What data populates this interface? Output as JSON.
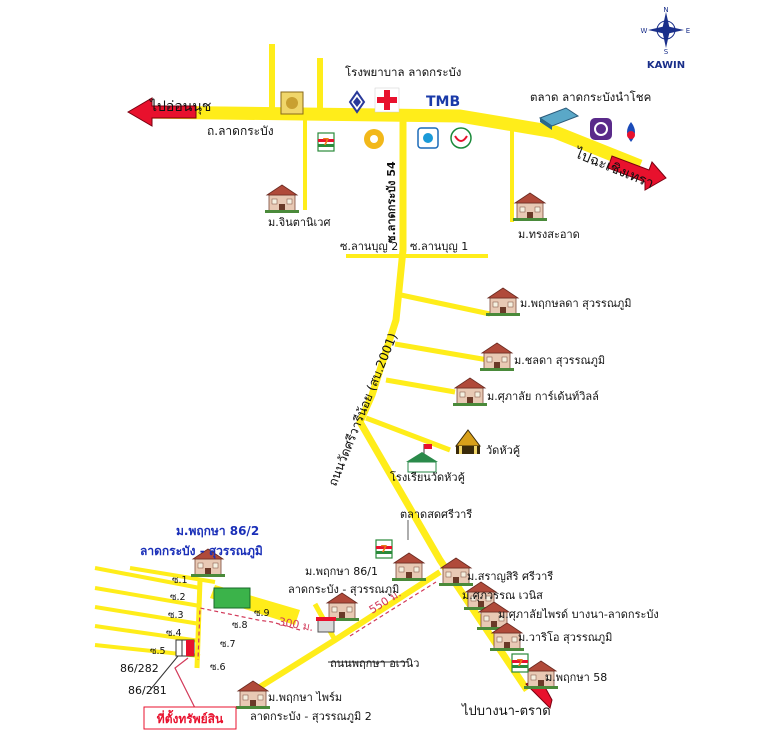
{
  "compass": {
    "n": "N",
    "s": "S",
    "e": "E",
    "w": "W",
    "brand": "KAWIN"
  },
  "roads": {
    "to_onnut": "ไปอ่อนนุช",
    "to_chachoengsao": "ไปฉะเชิงเทรา",
    "lat_krabang_road": "ถ.ลาดกระบัง",
    "soi_54": "ซ.ลาดกระบัง 54",
    "soi_lanboon2": "ซ.ลานบุญ 2",
    "soi_lanboon1": "ซ.ลานบุญ 1",
    "wat_road": "ถนนวัดศรีวารีน้อย (สบ.2001)",
    "pruksa_avenue": "ถนนพฤกษา อเวนิว",
    "to_bangna": "ไปบางนา-ตราด"
  },
  "places": {
    "hospital": "โรงพยาบาล ลาดกระบัง",
    "market_lk": "ตลาด ลาดกระบังนำโชค",
    "chintaniwet": "ม.จินตานิเวศ",
    "songsa_at": "ม.ทรงสะอาด",
    "pruksalada": "ม.พฤกษลดา สุวรรณภูมิ",
    "chonlada": "ม.ชลดา สุวรรณภูมิ",
    "supalai_garden": "ม.ศุภาลัย การ์เด้นท์วิลล์",
    "wat_hua_ku": "วัดหัวคู้",
    "school_hua_ku": "โรงเรียนวัดหัวคู้",
    "srivari_market": "ตลาดสดศรีวารี",
    "pruksa_86_2_line1": "ม.พฤกษา 86/2",
    "pruksa_86_2_line2": "ลาดกระบัง - สุวรรณภูมิ",
    "pruksa_86_1_line1": "ม.พฤกษา 86/1",
    "pruksa_86_1_line2": "ลาดกระบัง - สุวรรณภูมิ",
    "saransiri": "ม.สราญสิริ ศรีวารี",
    "pipawan": "ม.ศุภวรรณ เวนิส",
    "supalai_pride": "ม.ศุภาลัยไพรด์ บางนา-ลาดกระบัง",
    "wario": "ม.วาริโอ สุวรรณภูมิ",
    "pruksa_58": "ม.พฤกษา 58",
    "pruksa_prime_line1": "ม.พฤกษา ไพร์ม",
    "pruksa_prime_line2": "ลาดกระบัง - สุวรรณภูมิ 2"
  },
  "brands": {
    "tmb": "TMB"
  },
  "sois": [
    "ซ.1",
    "ซ.2",
    "ซ.3",
    "ซ.4",
    "ซ.5",
    "ซ.6",
    "ซ.7",
    "ซ.8",
    "ซ.9"
  ],
  "distances": {
    "d300": "300 ม.",
    "d550": "550 ม."
  },
  "plots": {
    "plot_a": "86/282",
    "plot_b": "86/281"
  },
  "property_label": "ที่ตั้งทรัพย์สิน",
  "colors": {
    "road": "#ffed1a",
    "arrow": "#e8112d",
    "blue_text": "#1a2fb8",
    "red_text": "#e8112d",
    "green_plot": "#3bb34a",
    "route_dash": "#d23a5a"
  }
}
